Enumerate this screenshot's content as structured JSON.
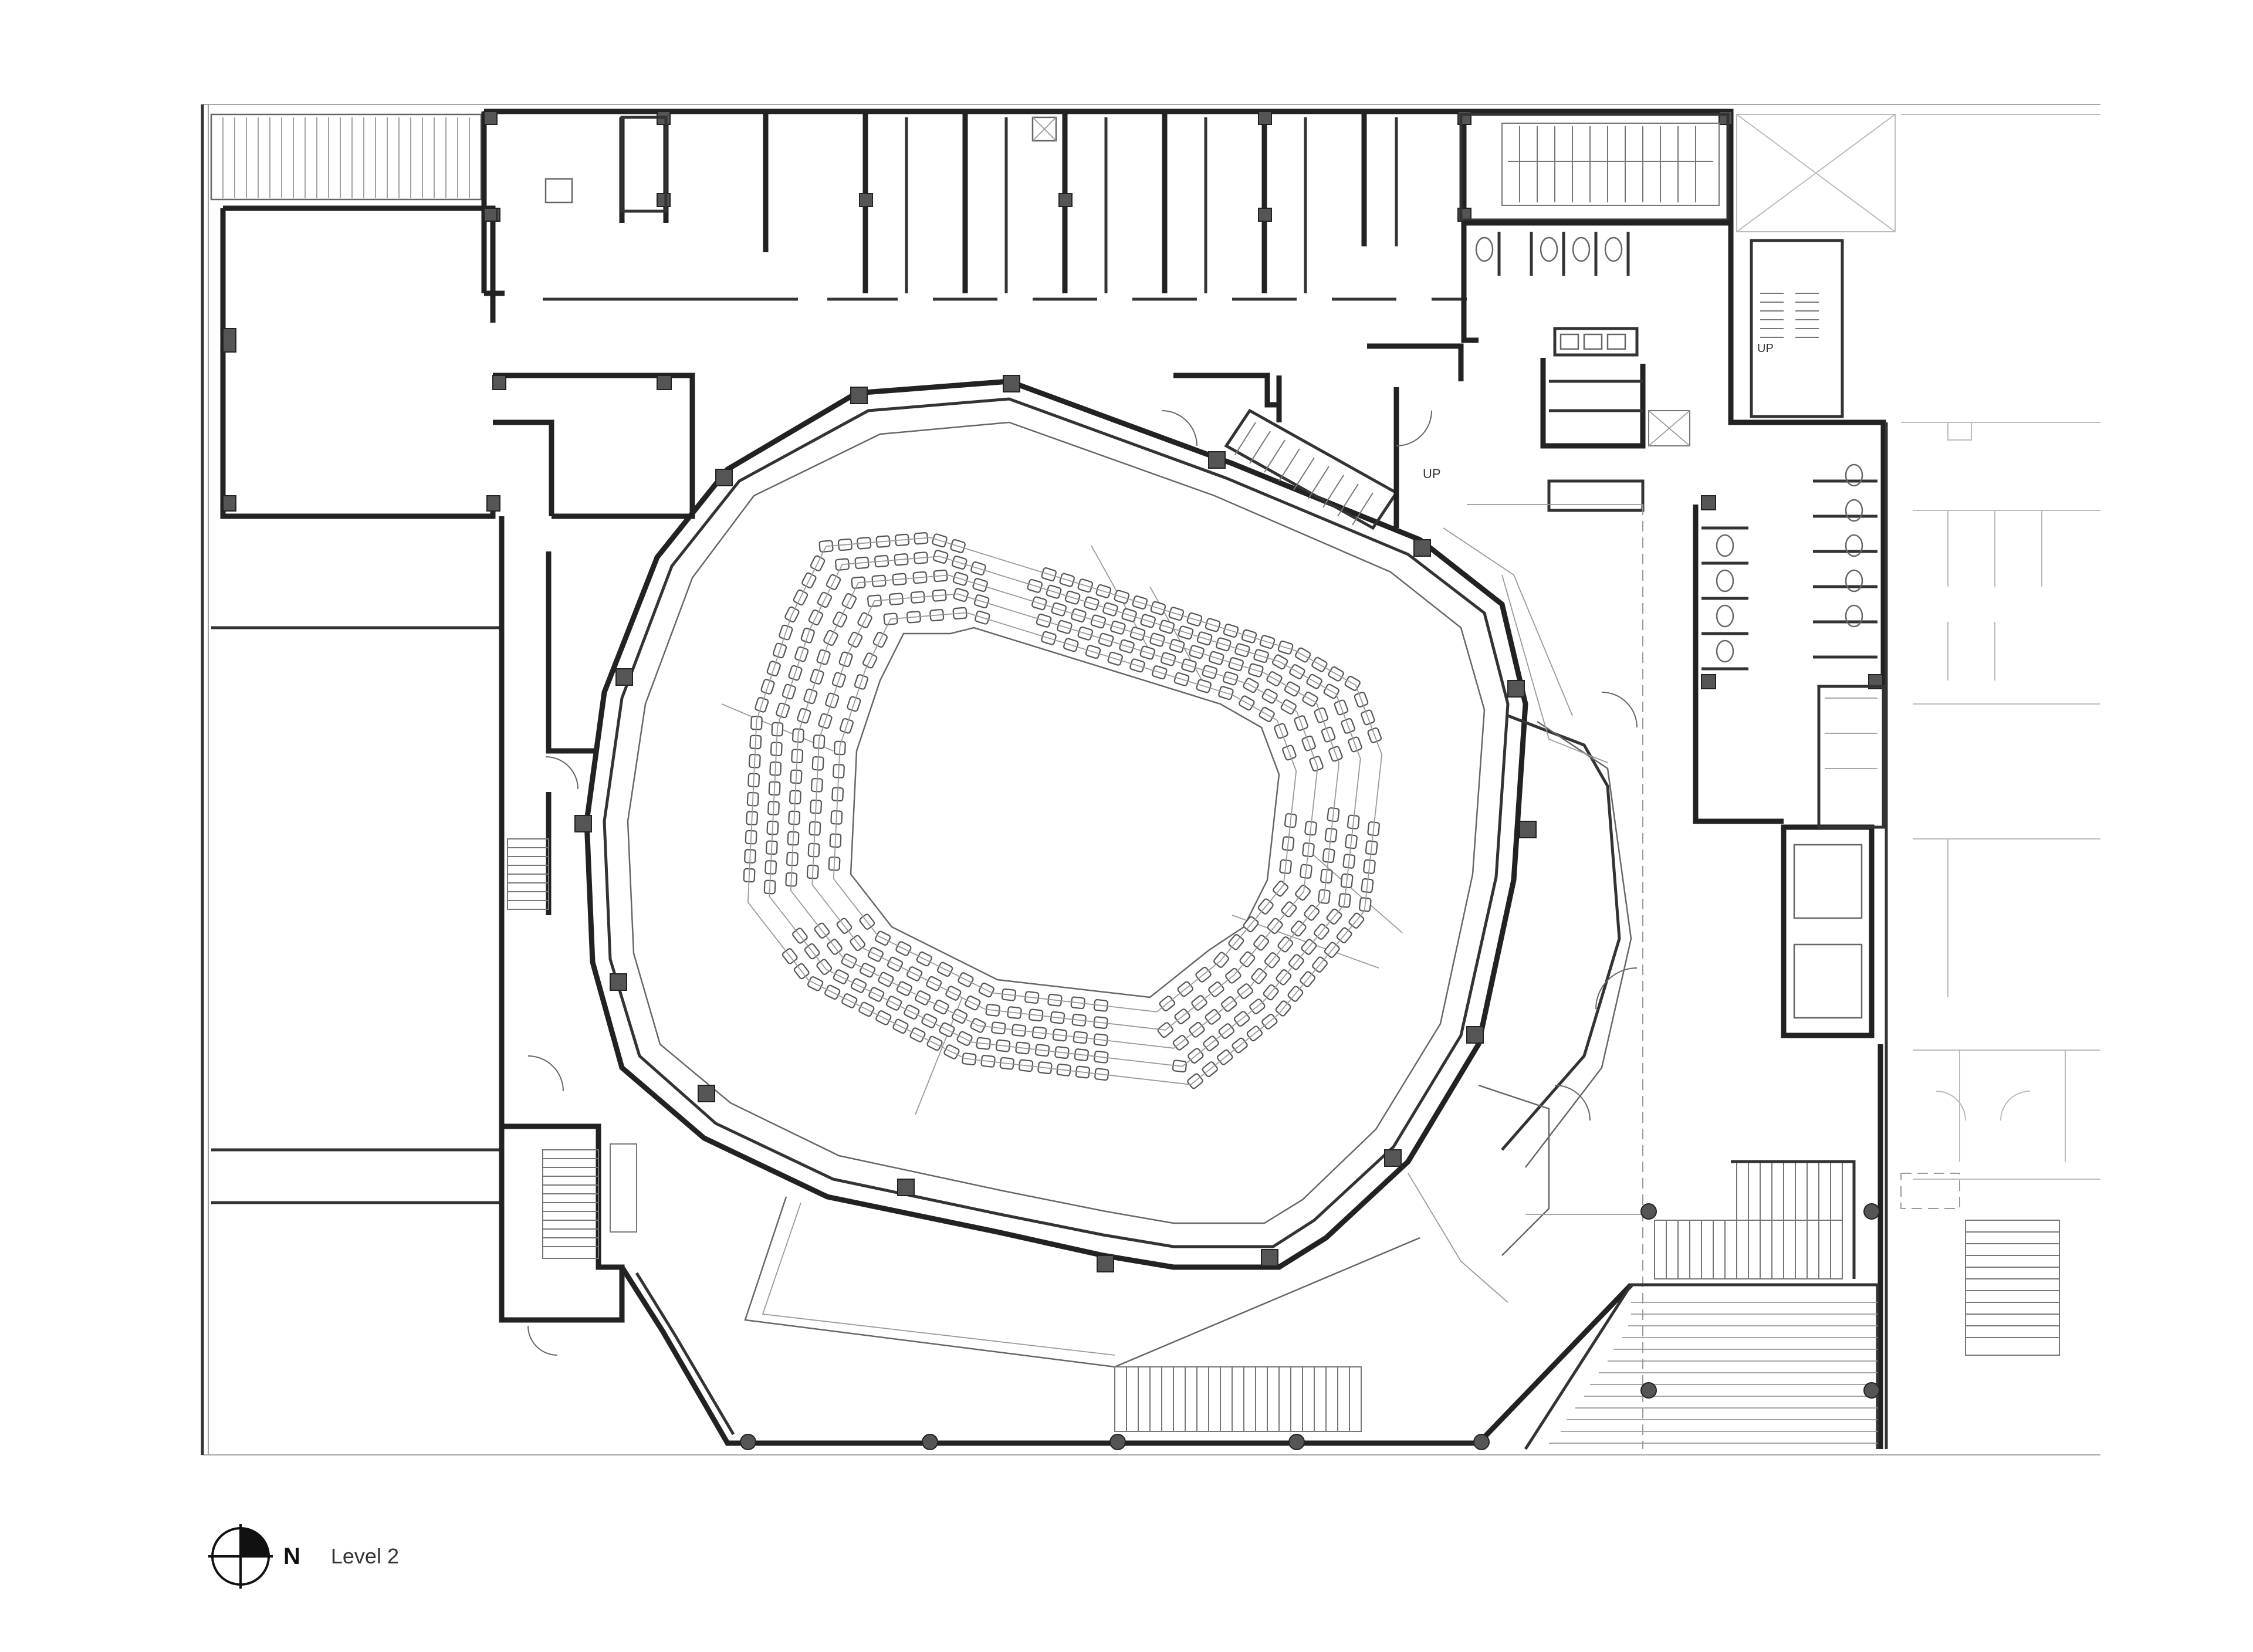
{
  "drawing": {
    "level_label": "Level 2",
    "north_letter": "N"
  },
  "annotations": {
    "up_label_stair_center": "UP",
    "up_label_stair_east": "UP"
  },
  "icons": {
    "north_arrow": "north-arrow-icon"
  },
  "colors": {
    "wall": "#222222",
    "column": "#555555",
    "seat_outline": "#555555",
    "background": "#ffffff"
  }
}
